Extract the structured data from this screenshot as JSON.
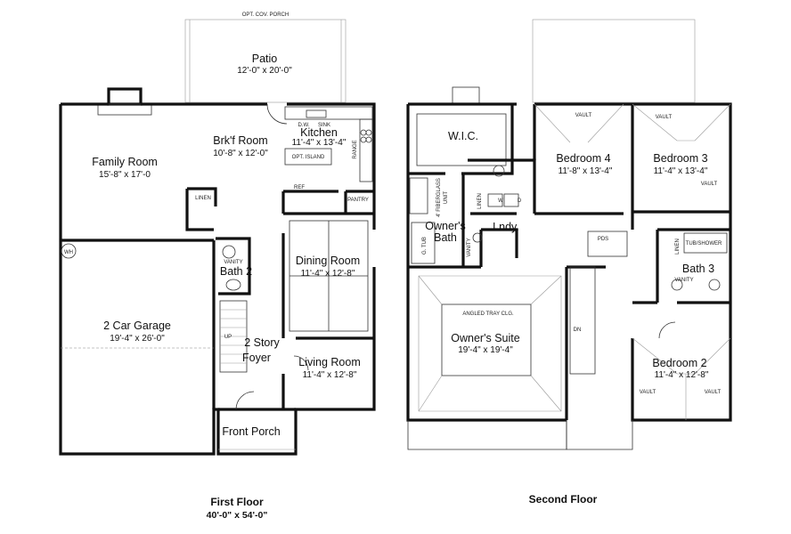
{
  "first_floor": {
    "caption": "First Floor",
    "dimensions": "40'-0\" x 54'-0\"",
    "rooms": {
      "porch_label": "OPT. COV. PORCH",
      "patio": {
        "name": "Patio",
        "dim": "12'-0\" x 20'-0\""
      },
      "family": {
        "name": "Family Room",
        "dim": "15'-8\" x 17'-0"
      },
      "brkf": {
        "name": "Brk'f Room",
        "dim": "10'-8\" x 12'-0\""
      },
      "kitchen": {
        "name": "Kitchen",
        "dim": "11'-4\" x 13'-4\""
      },
      "garage": {
        "name": "2 Car Garage",
        "dim": "19'-4\" x 26'-0\""
      },
      "bath2": {
        "name": "Bath 2"
      },
      "dining": {
        "name": "Dining Room",
        "dim": "11'-4\" x 12'-8\""
      },
      "foyer": {
        "line1": "2 Story",
        "line2": "Foyer"
      },
      "living": {
        "name": "Living Room",
        "dim": "11'-4\" x 12'-8\""
      },
      "front_porch": {
        "name": "Front Porch"
      }
    },
    "labels": {
      "dw": "D.W.",
      "sink": "SINK",
      "range": "RANGE",
      "island": "OPT. ISLAND",
      "ref": "REF",
      "pantry": "PANTRY",
      "linen": "LINEN",
      "wh": "WH",
      "vanity": "VANITY",
      "up": "UP"
    }
  },
  "second_floor": {
    "caption": "Second Floor",
    "rooms": {
      "wic": {
        "name": "W.I.C."
      },
      "bed4": {
        "name": "Bedroom 4",
        "dim": "11'-8\" x 13'-4\""
      },
      "bed3": {
        "name": "Bedroom 3",
        "dim": "11'-4\" x 13'-4\""
      },
      "owners_bath": {
        "line1": "Owner's",
        "line2": "Bath"
      },
      "lndy": {
        "name": "Lndy."
      },
      "bath3": {
        "name": "Bath 3"
      },
      "suite": {
        "name": "Owner's Suite",
        "dim": "19'-4\" x 19'-4\""
      },
      "bed2": {
        "name": "Bedroom 2",
        "dim": "11'-4\" x 12'-8\""
      }
    },
    "labels": {
      "tray": "ANGLED TRAY CLG.",
      "vault": "VAULT",
      "pds": "PDS",
      "tub_shower": "TUB/SHOWER",
      "vanity": "VANITY",
      "linen": "LINEN",
      "g_tub": "G. TUB",
      "fiberglass1": "4' FIBERGLASS",
      "fiberglass2": "UNIT",
      "w": "W",
      "d": "D",
      "dn": "DN"
    }
  }
}
